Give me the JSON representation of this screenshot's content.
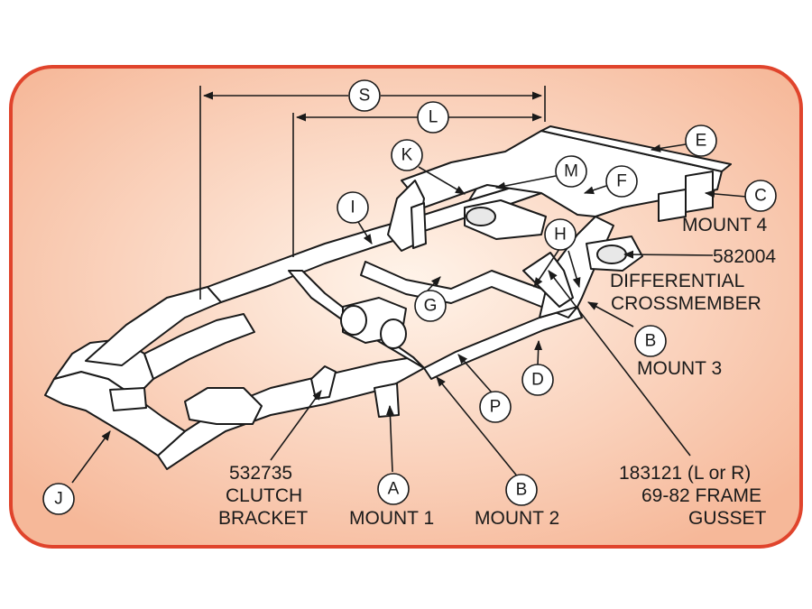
{
  "colors": {
    "panel_fill_inner": "#fff2e6",
    "panel_fill_outer": "#f6b899",
    "panel_border": "#e0442c",
    "line": "#1a1a1a",
    "frame_fill": "#ffffff"
  },
  "dimensions": {
    "s": "S",
    "l": "L"
  },
  "callouts": {
    "a": "A",
    "b1": "B",
    "b2": "B",
    "c": "C",
    "d": "D",
    "e": "E",
    "f": "F",
    "g": "G",
    "h": "H",
    "i": "I",
    "j": "J",
    "k": "K",
    "m": "M",
    "p": "P"
  },
  "labels": {
    "mount4": "MOUNT 4",
    "diff_part": "582004",
    "diff_1": "DIFFERENTIAL",
    "diff_2": "CROSSMEMBER",
    "mount3": "MOUNT 3",
    "clutch_part": "532735",
    "clutch_1": "CLUTCH",
    "clutch_2": "BRACKET",
    "mount1": "MOUNT 1",
    "mount2": "MOUNT 2",
    "gusset_part": "183121  (L or R)",
    "gusset_1": "69-82 FRAME",
    "gusset_2": "GUSSET"
  }
}
